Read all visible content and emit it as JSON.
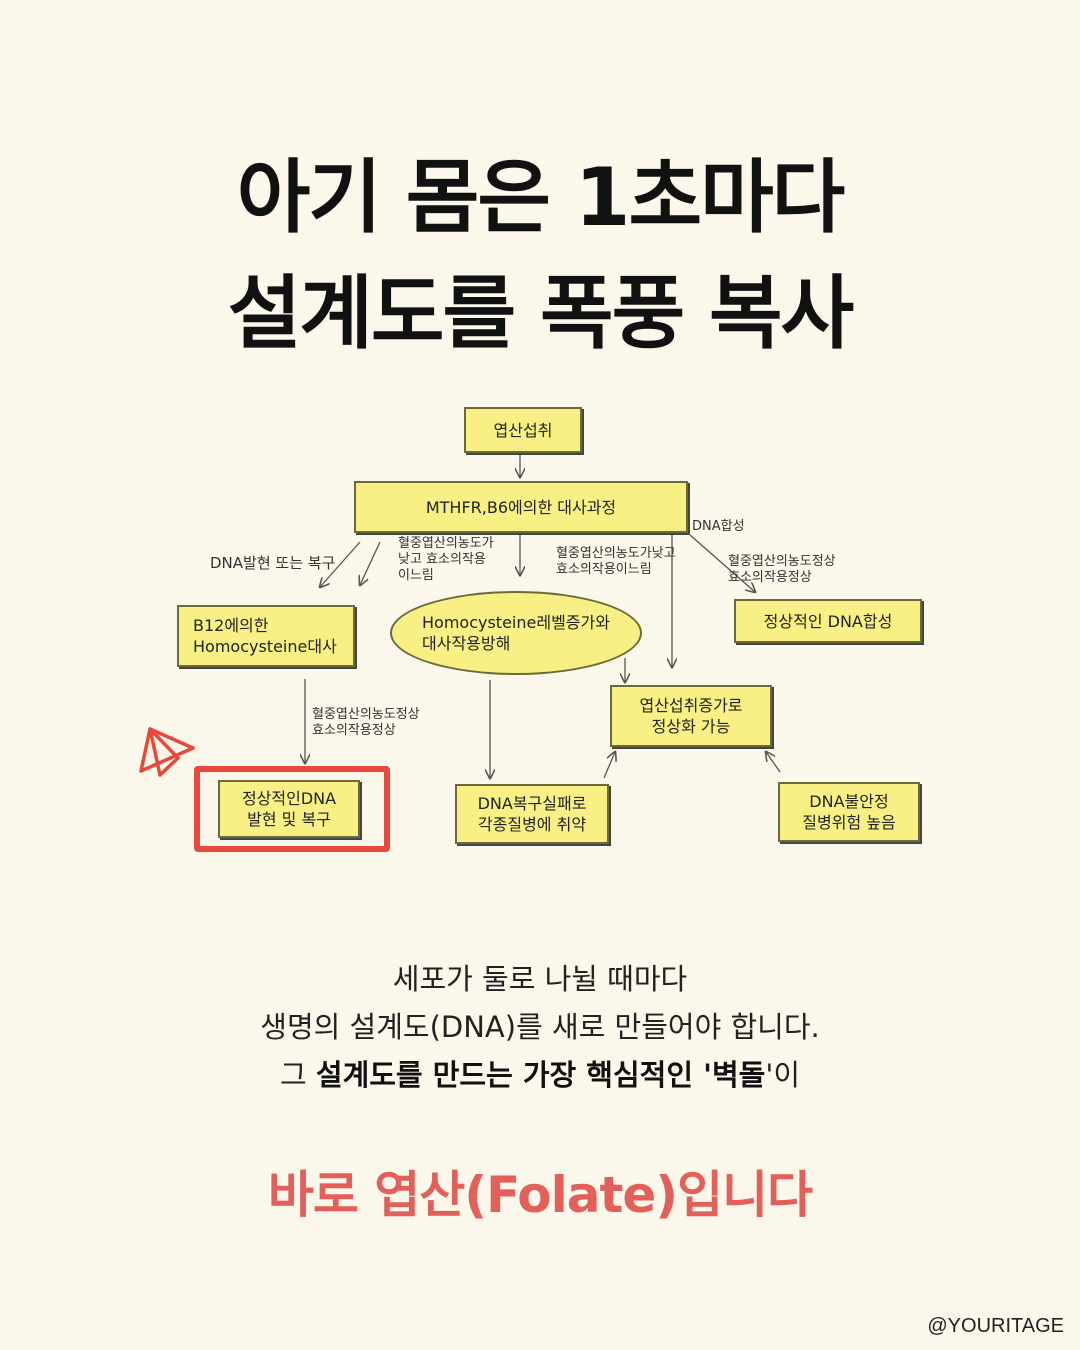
{
  "title": {
    "line1": "아기 몸은 1초마다",
    "line2": "설계도를 폭풍 복사"
  },
  "diagram": {
    "nodes": {
      "folate_intake": "엽산섭취",
      "mthfr": "MTHFR,B6에의한 대사과정",
      "b12": "B12에의한\nHomocysteine대사",
      "homocysteine": "Homocysteine레벨증가와\n대사작용방해",
      "normal_synthesis": "정상적인 DNA합성",
      "normal_expression": "정상적인DNA\n발현 및 복구",
      "repair_fail": "DNA복구실패로\n각종질병에 취약",
      "intake_increase": "엽산섭취증가로\n정상화 가능",
      "instability": "DNA불안정\n질병위험 높음"
    },
    "labels": {
      "dna_expression": "DNA발현 또는 복구",
      "low_conc_low_enzyme": "혈중엽산의농도가\n낮고 효소의작용\n이느림",
      "low_conc_slow": "혈중엽산의농도가낮고\n효소의작용이느림",
      "dna_synthesis": "DNA합성",
      "normal_conc_right": "혈중엽산의농도정상\n효소의작용정상",
      "normal_conc_left": "혈중엽산의농도정상\n효소의작용정상"
    }
  },
  "body": {
    "line1": "세포가 둘로 나뉠 때마다",
    "line2": "생명의 설계도(DNA)를 새로 만들어야 합니다.",
    "line3_pre": "그 ",
    "line3_bold": "설계도를 만드는 가장 핵심적인 '벽돌",
    "line3_post": "'이"
  },
  "highlight": "바로 엽산(Folate)입니다",
  "handle": "@YOURITAGE",
  "colors": {
    "background": "#fbf7ea",
    "box_fill": "#f8f085",
    "accent_red": "#e8493c",
    "highlight_text": "#e25f5a"
  }
}
